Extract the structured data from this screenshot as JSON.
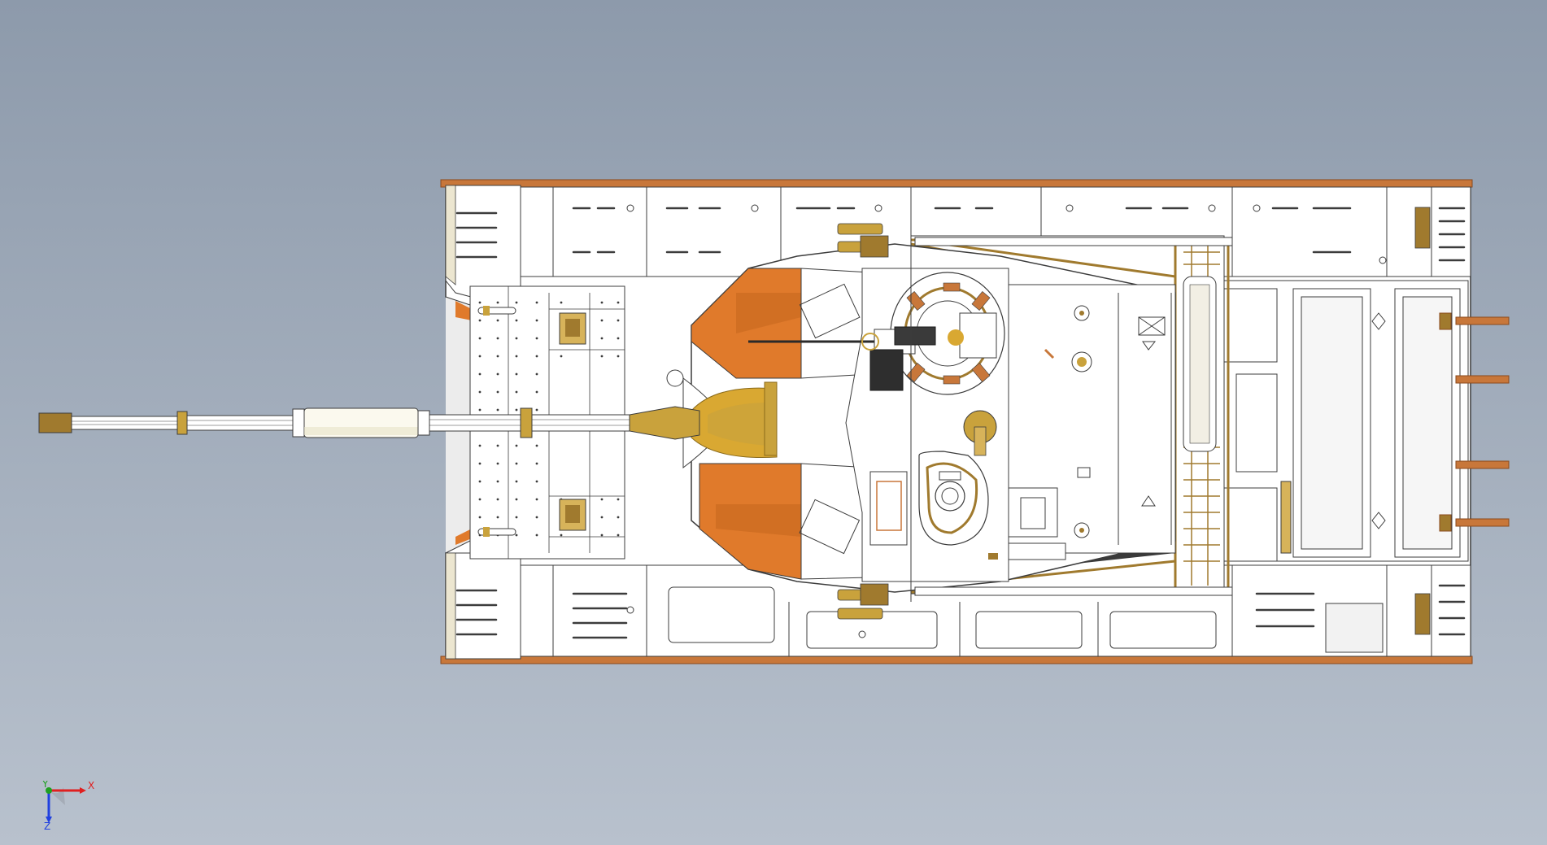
{
  "scene": {
    "model": "tank-top-view",
    "background": {
      "top": "#8d9aab",
      "bottom": "#b8c1cd"
    },
    "colors": {
      "body": "#ffffff",
      "outline": "#3c3c3c",
      "track": "#c8773a",
      "track_dark": "#8a4a1c",
      "armor": "#e07a2b",
      "armor_shade": "#c2631c",
      "brass": "#a07a2e",
      "brass_light": "#d7b35a",
      "gold": "#c9a23c",
      "mantlet": "#d9a832",
      "dark": "#2a2a2a",
      "shadow": "#d9d9d9"
    }
  },
  "triad": {
    "x_label": "X",
    "y_label": "Y",
    "z_label": "Z",
    "x_color": "#e02020",
    "y_color": "#20a020",
    "z_color": "#2040e0"
  }
}
